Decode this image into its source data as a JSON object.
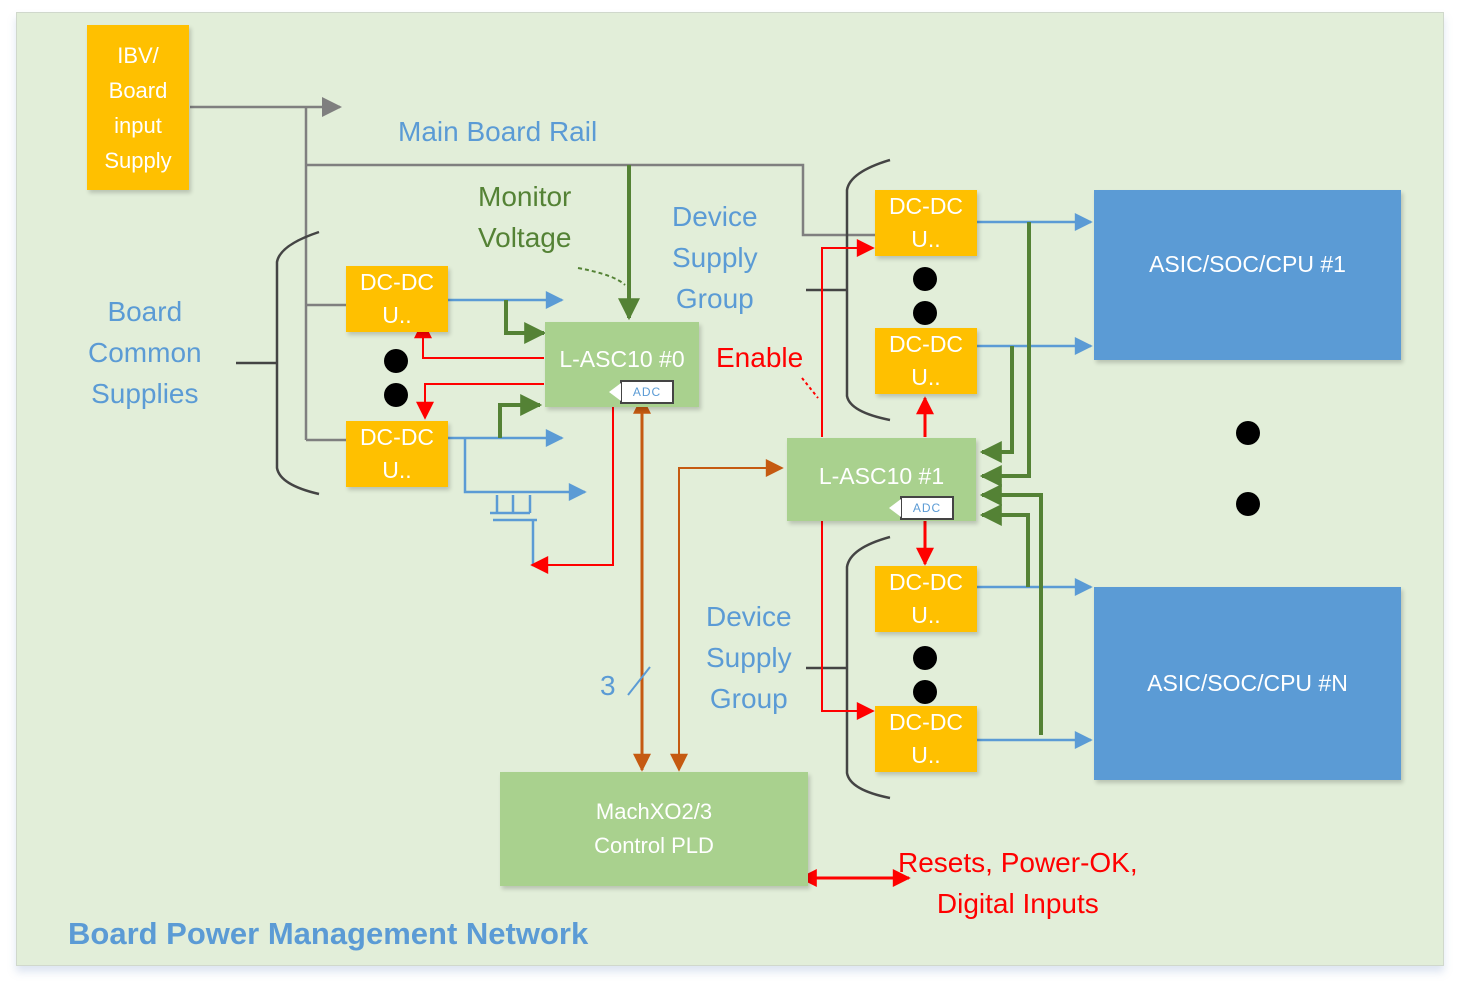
{
  "diagram": {
    "title": "Board Power Management Network",
    "colors": {
      "background": "#e2eed9",
      "supply_box": "#ffc000",
      "controller_box": "#a9d18e",
      "device_box": "#5b9bd5",
      "rail_wire": "#7f7f7f",
      "power_wire": "#5b9bd5",
      "monitor_wire": "#548235",
      "enable_wire": "#ff0000",
      "bus_wire": "#c55a11",
      "label_blue": "#5b9bd5",
      "label_green": "#548235",
      "label_red": "#ff0000"
    },
    "input_supply": {
      "label": "IBV/ Board input Supply",
      "lines": [
        "IBV/",
        "Board",
        "input",
        "Supply"
      ]
    },
    "labels": {
      "main_board_rail": "Main Board Rail",
      "monitor_voltage": [
        "Monitor",
        "Voltage"
      ],
      "device_supply_group_top": [
        "Device",
        "Supply",
        "Group"
      ],
      "device_supply_group_bottom": [
        "Device",
        "Supply",
        "Group"
      ],
      "board_common_supplies": [
        "Board",
        "Common",
        "Supplies"
      ],
      "enable": "Enable",
      "bus_width": "3",
      "resets": [
        "Resets, Power-OK,",
        "Digital Inputs"
      ]
    },
    "dcdc_units": [
      {
        "id": "common-1",
        "lines": [
          "DC-DC",
          "U.."
        ]
      },
      {
        "id": "common-2",
        "lines": [
          "DC-DC",
          "U.."
        ]
      },
      {
        "id": "device1-1",
        "lines": [
          "DC-DC",
          "U.."
        ]
      },
      {
        "id": "device1-2",
        "lines": [
          "DC-DC",
          "U.."
        ]
      },
      {
        "id": "deviceN-1",
        "lines": [
          "DC-DC",
          "U.."
        ]
      },
      {
        "id": "deviceN-2",
        "lines": [
          "DC-DC",
          "U.."
        ]
      }
    ],
    "controllers": [
      {
        "id": "lasc0",
        "label": "L-ASC10 #0",
        "adc": "ADC"
      },
      {
        "id": "lasc1",
        "label": "L-ASC10 #1",
        "adc": "ADC"
      }
    ],
    "pld": {
      "lines": [
        "MachXO2/3",
        "Control PLD"
      ]
    },
    "devices": [
      {
        "id": "cpu1",
        "label": "ASIC/SOC/CPU #1"
      },
      {
        "id": "cpuN",
        "label": "ASIC/SOC/CPU #N"
      }
    ]
  }
}
